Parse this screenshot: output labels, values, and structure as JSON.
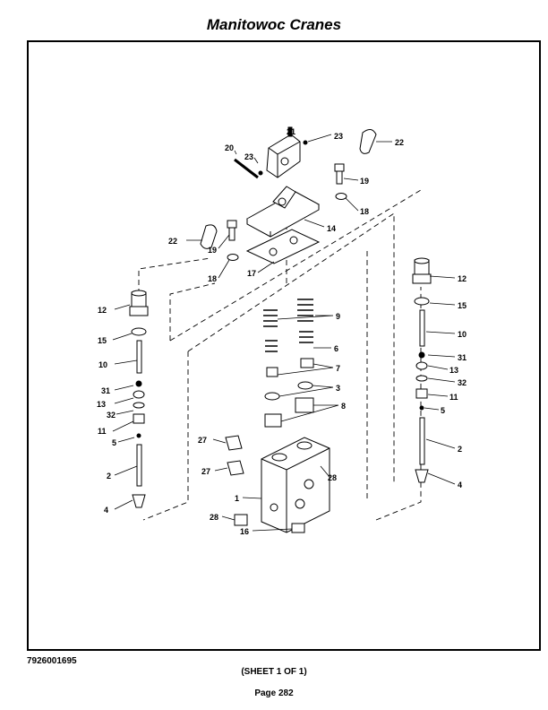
{
  "header": {
    "title": "Manitowoc Cranes"
  },
  "footer": {
    "part_number": "7926001695",
    "sheet": "(SHEET 1 OF 1)",
    "page": "Page 282"
  },
  "callouts": {
    "c21": "21",
    "c23a": "23",
    "c20": "20",
    "c23b": "23",
    "c22a": "22",
    "c19a": "19",
    "c18a": "18",
    "c14": "14",
    "c22b": "22",
    "c19b": "19",
    "c18b": "18",
    "c17": "17",
    "c12l": "12",
    "c15l": "15",
    "c10l": "10",
    "c31l": "31",
    "c13l": "13",
    "c32l": "32",
    "c11l": "11",
    "c5l": "5",
    "c2l": "2",
    "c4l": "4",
    "c9": "9",
    "c6": "6",
    "c7": "7",
    "c3": "3",
    "c8": "8",
    "c27a": "27",
    "c27b": "27",
    "c28a": "28",
    "c1": "1",
    "c28b": "28",
    "c16": "16",
    "c12r": "12",
    "c15r": "15",
    "c10r": "10",
    "c31r": "31",
    "c13r": "13",
    "c32r": "32",
    "c11r": "11",
    "c5r": "5",
    "c2r": "2",
    "c4r": "4"
  }
}
